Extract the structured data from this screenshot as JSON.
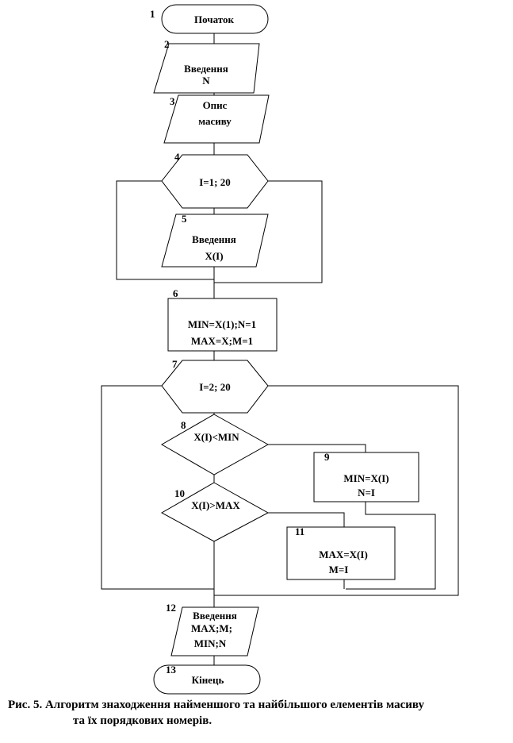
{
  "nodes": [
    {
      "id": "1",
      "number": "1",
      "lines": [
        "Початок"
      ]
    },
    {
      "id": "2",
      "number": "2",
      "lines": [
        "Введення",
        "N"
      ]
    },
    {
      "id": "3",
      "number": "3",
      "lines": [
        "Опис",
        "масиву"
      ]
    },
    {
      "id": "4",
      "number": "4",
      "lines": [
        "I=1; 20"
      ]
    },
    {
      "id": "5",
      "number": "5",
      "lines": [
        "Введення",
        "X(I)"
      ]
    },
    {
      "id": "6",
      "number": "6",
      "lines": [
        "MIN=X(1);N=1",
        "MAX=X;M=1"
      ]
    },
    {
      "id": "7",
      "number": "7",
      "lines": [
        "I=2; 20"
      ]
    },
    {
      "id": "8",
      "number": "8",
      "lines": [
        "X(I)<MIN"
      ]
    },
    {
      "id": "9",
      "number": "9",
      "lines": [
        "MIN=X(I)",
        "N=I"
      ]
    },
    {
      "id": "10",
      "number": "10",
      "lines": [
        "X(I)>MAX"
      ]
    },
    {
      "id": "11",
      "number": "11",
      "lines": [
        "MAX=X(I)",
        "M=I"
      ]
    },
    {
      "id": "12",
      "number": "12",
      "lines": [
        "Введення",
        "MAX;M;",
        "MIN;N"
      ]
    },
    {
      "id": "13",
      "number": "13",
      "lines": [
        "Кінець"
      ]
    }
  ],
  "caption": {
    "line1": "Рис.  5. Алгоритм знаходження найменшого та найбільшого елементів масиву",
    "line2": "та їх порядкових номерів."
  }
}
